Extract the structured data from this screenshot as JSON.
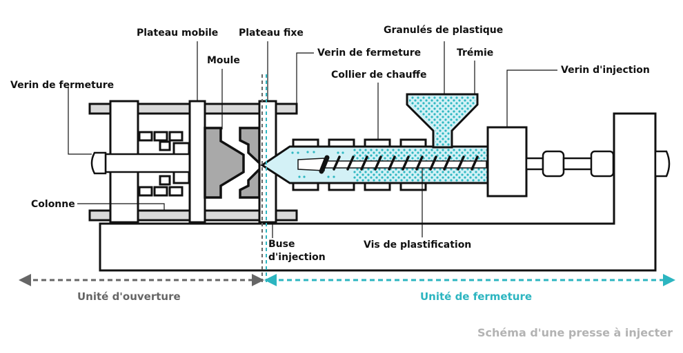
{
  "labels": {
    "plateau_mobile": "Plateau mobile",
    "plateau_fixe": "Plateau fixe",
    "granules": "Granulés de plastique",
    "moule": "Moule",
    "verin_fermeture_right": "Verin de fermeture",
    "tremie": "Trémie",
    "collier": "Collier de chauffe",
    "verin_injection": "Verin d'injection",
    "verin_fermeture_left": "Verin de fermeture",
    "colonne": "Colonne",
    "buse_line1": "Buse",
    "buse_line2": "d'injection",
    "vis": "Vis de plastification"
  },
  "zones": {
    "ouverture": "Unité d'ouverture",
    "fermeture": "Unité de fermeture"
  },
  "caption": "Schéma d'une presse à injecter",
  "colors": {
    "outline": "#111111",
    "steel": "#d9d9d9",
    "mold": "#a9a9a9",
    "plastic": "#d3f1f6",
    "pellets": "#2fb8c2",
    "accent_teal": "#2cb5c0",
    "accent_grey": "#666666",
    "caption": "#b3b3b3"
  }
}
